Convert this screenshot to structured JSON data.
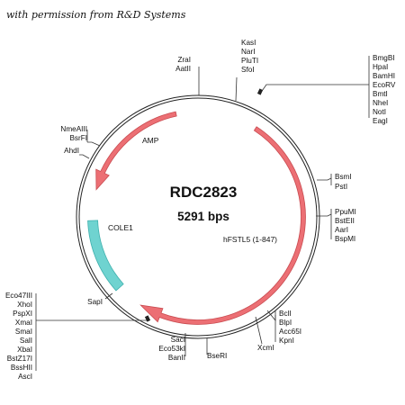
{
  "credit": "with permission from R&D Systems",
  "plasmid": {
    "name": "RDC2823",
    "size": "5291 bps"
  },
  "features": {
    "amp": "AMP",
    "cole1": "COLE1",
    "insert": "hFSTL5 (1-847)"
  },
  "sites": {
    "zrai": "ZraI",
    "aatii": "AatII",
    "kasi": "KasI",
    "nari": "NarI",
    "pluti": "PluTI",
    "sfoi": "SfoI",
    "bmgbi": "BmgBI",
    "hpai": "HpaI",
    "bamhi": "BamHI",
    "ecorv": "EcoRV",
    "bmti": "BmtI",
    "nhei": "NheI",
    "noti": "NotI",
    "eagi": "EagI",
    "nmeaiii": "NmeAIII",
    "bsrfi": "BsrFI",
    "ahdi": "AhdI",
    "bsmi": "BsmI",
    "psti": "PstI",
    "ppumi": "PpuMI",
    "bsteii": "BstEII",
    "aari": "AarI",
    "bspmi": "BspMI",
    "bcli": "BclI",
    "blpi": "BlpI",
    "acc65i": "Acc65I",
    "kpni": "KpnI",
    "xcmi": "XcmI",
    "bseri": "BseRI",
    "saci": "SacI",
    "eco53ki": "Eco53kI",
    "banii": "BanII",
    "sapi": "SapI",
    "eco47iii": "Eco47III",
    "xhoi": "XhoI",
    "pspxi": "PspXI",
    "xmai": "XmaI",
    "smai": "SmaI",
    "sali": "SalI",
    "xbai": "XbaI",
    "bstz17i": "BstZ17I",
    "bsshii": "BssHII",
    "asci": "AscI"
  },
  "colors": {
    "arrow_fill": "#ec6f74",
    "arrow_stroke": "#c84b50",
    "cole1_fill": "#6fd3d0",
    "cole1_stroke": "#3fb0ad",
    "backbone": "#222222"
  }
}
